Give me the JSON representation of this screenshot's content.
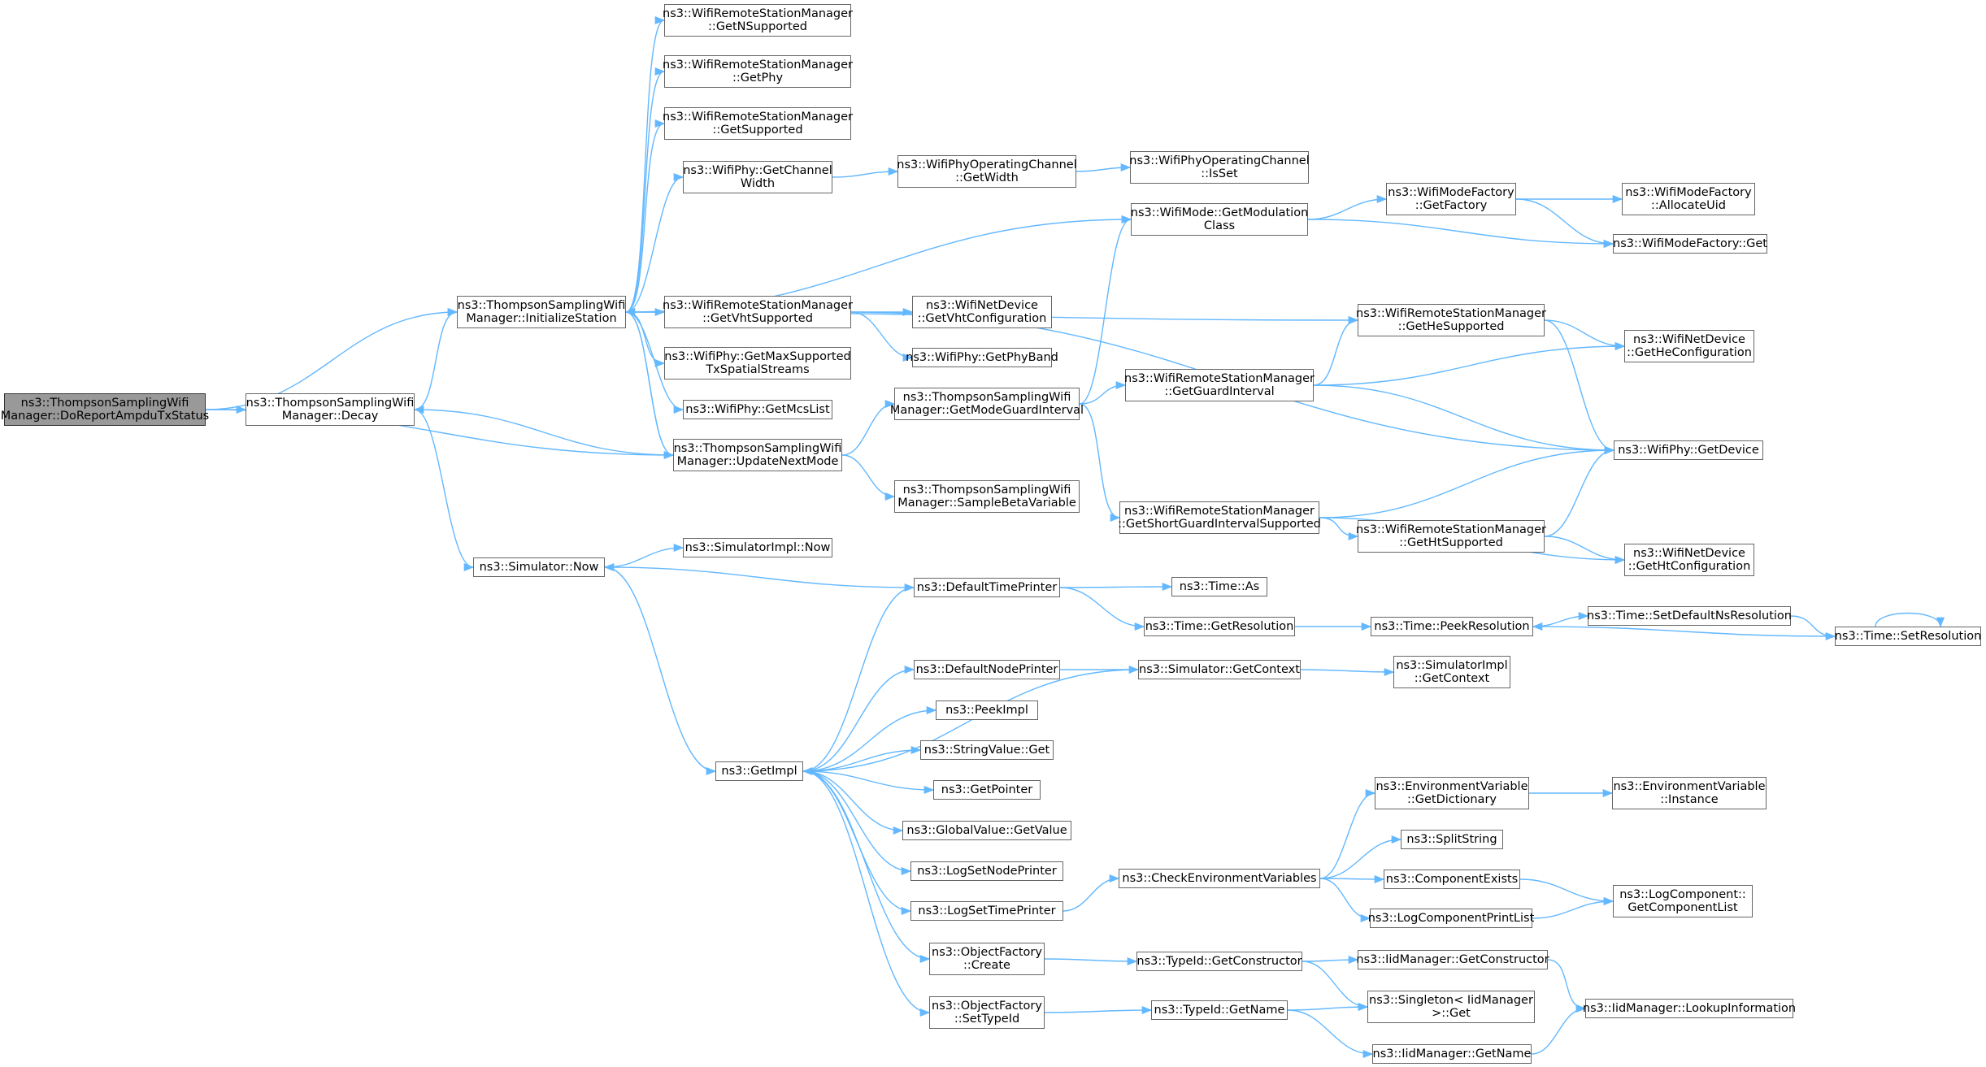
{
  "colors": {
    "edge": "#63b8ff",
    "node_border": "#666666",
    "root_fill": "#999999"
  },
  "nodes": [
    {
      "id": "root",
      "label": "ns3::ThompsonSamplingWifi\nManager::DoReportAmpduTxStatus"
    },
    {
      "id": "decay",
      "label": "ns3::ThompsonSamplingWifi\nManager::Decay"
    },
    {
      "id": "init",
      "label": "ns3::ThompsonSamplingWifi\nManager::InitializeStation"
    },
    {
      "id": "update",
      "label": "ns3::ThompsonSamplingWifi\nManager::UpdateNextMode"
    },
    {
      "id": "simnow",
      "label": "ns3::Simulator::Now"
    },
    {
      "id": "getimpl",
      "label": "ns3::GetImpl"
    },
    {
      "id": "getnsupp",
      "label": "ns3::WifiRemoteStationManager\n::GetNSupported"
    },
    {
      "id": "getphy",
      "label": "ns3::WifiRemoteStationManager\n::GetPhy"
    },
    {
      "id": "getsupp",
      "label": "ns3::WifiRemoteStationManager\n::GetSupported"
    },
    {
      "id": "chwidth",
      "label": "ns3::WifiPhy::GetChannel\nWidth"
    },
    {
      "id": "vhtsupp",
      "label": "ns3::WifiRemoteStationManager\n::GetVhtSupported"
    },
    {
      "id": "maxss",
      "label": "ns3::WifiPhy::GetMaxSupported\nTxSpatialStreams"
    },
    {
      "id": "mcslist",
      "label": "ns3::WifiPhy::GetMcsList"
    },
    {
      "id": "simimplnow",
      "label": "ns3::SimulatorImpl::Now"
    },
    {
      "id": "opwidth",
      "label": "ns3::WifiPhyOperatingChannel\n::GetWidth"
    },
    {
      "id": "vhtconf",
      "label": "ns3::WifiNetDevice\n::GetVhtConfiguration"
    },
    {
      "id": "phyband",
      "label": "ns3::WifiPhy::GetPhyBand"
    },
    {
      "id": "modegi",
      "label": "ns3::ThompsonSamplingWifi\nManager::GetModeGuardInterval"
    },
    {
      "id": "samplebeta",
      "label": "ns3::ThompsonSamplingWifi\nManager::SampleBetaVariable"
    },
    {
      "id": "deftp",
      "label": "ns3::DefaultTimePrinter"
    },
    {
      "id": "defnp",
      "label": "ns3::DefaultNodePrinter"
    },
    {
      "id": "peekimpl",
      "label": "ns3::PeekImpl"
    },
    {
      "id": "strget",
      "label": "ns3::StringValue::Get"
    },
    {
      "id": "getptr",
      "label": "ns3::GetPointer"
    },
    {
      "id": "gvgetval",
      "label": "ns3::GlobalValue::GetValue"
    },
    {
      "id": "lsnp",
      "label": "ns3::LogSetNodePrinter"
    },
    {
      "id": "lstp",
      "label": "ns3::LogSetTimePrinter"
    },
    {
      "id": "ofcreate",
      "label": "ns3::ObjectFactory\n::Create"
    },
    {
      "id": "ofsettid",
      "label": "ns3::ObjectFactory\n::SetTypeId"
    },
    {
      "id": "opisset",
      "label": "ns3::WifiPhyOperatingChannel\n::IsSet"
    },
    {
      "id": "modclass",
      "label": "ns3::WifiMode::GetModulation\nClass"
    },
    {
      "id": "guardint",
      "label": "ns3::WifiRemoteStationManager\n::GetGuardInterval"
    },
    {
      "id": "shortgi",
      "label": "ns3::WifiRemoteStationManager\n::GetShortGuardIntervalSupported"
    },
    {
      "id": "timeas",
      "label": "ns3::Time::As"
    },
    {
      "id": "timegetres",
      "label": "ns3::Time::GetResolution"
    },
    {
      "id": "simgetctx",
      "label": "ns3::Simulator::GetContext"
    },
    {
      "id": "checkenv",
      "label": "ns3::CheckEnvironmentVariables"
    },
    {
      "id": "tidgetctor",
      "label": "ns3::TypeId::GetConstructor"
    },
    {
      "id": "tidgetname",
      "label": "ns3::TypeId::GetName"
    },
    {
      "id": "mfgetfactory",
      "label": "ns3::WifiModeFactory\n::GetFactory"
    },
    {
      "id": "hesupp",
      "label": "ns3::WifiRemoteStationManager\n::GetHeSupported"
    },
    {
      "id": "htsupp",
      "label": "ns3::WifiRemoteStationManager\n::GetHtSupported"
    },
    {
      "id": "peekres",
      "label": "ns3::Time::PeekResolution"
    },
    {
      "id": "simimplctx",
      "label": "ns3::SimulatorImpl\n::GetContext"
    },
    {
      "id": "envdict",
      "label": "ns3::EnvironmentVariable\n::GetDictionary"
    },
    {
      "id": "splitstr",
      "label": "ns3::SplitString"
    },
    {
      "id": "compexists",
      "label": "ns3::ComponentExists"
    },
    {
      "id": "logcompprint",
      "label": "ns3::LogComponentPrintList"
    },
    {
      "id": "iidgetctor",
      "label": "ns3::IidManager::GetConstructor"
    },
    {
      "id": "singleton",
      "label": "ns3::Singleton< IidManager\n >::Get"
    },
    {
      "id": "iidgetname",
      "label": "ns3::IidManager::GetName"
    },
    {
      "id": "mfalloc",
      "label": "ns3::WifiModeFactory\n::AllocateUid"
    },
    {
      "id": "mfget",
      "label": "ns3::WifiModeFactory::Get"
    },
    {
      "id": "heconf",
      "label": "ns3::WifiNetDevice\n::GetHeConfiguration"
    },
    {
      "id": "phygetdev",
      "label": "ns3::WifiPhy::GetDevice"
    },
    {
      "id": "htconf",
      "label": "ns3::WifiNetDevice\n::GetHtConfiguration"
    },
    {
      "id": "setdefns",
      "label": "ns3::Time::SetDefaultNsResolution"
    },
    {
      "id": "setres",
      "label": "ns3::Time::SetResolution"
    },
    {
      "id": "envinst",
      "label": "ns3::EnvironmentVariable\n::Instance"
    },
    {
      "id": "logcomplist",
      "label": "ns3::LogComponent::\nGetComponentList"
    },
    {
      "id": "iidlookup",
      "label": "ns3::IidManager::LookupInformation"
    }
  ],
  "edges": [
    [
      "root",
      "decay"
    ],
    [
      "root",
      "init"
    ],
    [
      "root",
      "update"
    ],
    [
      "decay",
      "init"
    ],
    [
      "decay",
      "simnow"
    ],
    [
      "init",
      "getnsupp"
    ],
    [
      "init",
      "getphy"
    ],
    [
      "init",
      "getsupp"
    ],
    [
      "init",
      "chwidth"
    ],
    [
      "init",
      "vhtsupp"
    ],
    [
      "init",
      "maxss"
    ],
    [
      "init",
      "mcslist"
    ],
    [
      "init",
      "update"
    ],
    [
      "init",
      "modclass"
    ],
    [
      "init",
      "hesupp"
    ],
    [
      "update",
      "decay"
    ],
    [
      "update",
      "init"
    ],
    [
      "update",
      "modegi"
    ],
    [
      "update",
      "samplebeta"
    ],
    [
      "simnow",
      "simimplnow"
    ],
    [
      "simnow",
      "getimpl"
    ],
    [
      "getimpl",
      "deftp"
    ],
    [
      "getimpl",
      "defnp"
    ],
    [
      "getimpl",
      "peekimpl"
    ],
    [
      "getimpl",
      "strget"
    ],
    [
      "getimpl",
      "getptr"
    ],
    [
      "getimpl",
      "gvgetval"
    ],
    [
      "getimpl",
      "lsnp"
    ],
    [
      "getimpl",
      "lstp"
    ],
    [
      "getimpl",
      "ofcreate"
    ],
    [
      "getimpl",
      "ofsettid"
    ],
    [
      "chwidth",
      "opwidth"
    ],
    [
      "opwidth",
      "opisset"
    ],
    [
      "vhtsupp",
      "vhtconf"
    ],
    [
      "vhtsupp",
      "phyband"
    ],
    [
      "vhtsupp",
      "phygetdev"
    ],
    [
      "modegi",
      "modclass"
    ],
    [
      "modegi",
      "guardint"
    ],
    [
      "modegi",
      "shortgi"
    ],
    [
      "deftp",
      "simnow"
    ],
    [
      "deftp",
      "timeas"
    ],
    [
      "deftp",
      "timegetres"
    ],
    [
      "defnp",
      "simgetctx"
    ],
    [
      "simgetctx",
      "getimpl"
    ],
    [
      "simgetctx",
      "simimplctx"
    ],
    [
      "lstp",
      "checkenv"
    ],
    [
      "ofcreate",
      "tidgetctor"
    ],
    [
      "ofsettid",
      "tidgetname"
    ],
    [
      "modclass",
      "mfgetfactory"
    ],
    [
      "modclass",
      "mfget"
    ],
    [
      "guardint",
      "hesupp"
    ],
    [
      "guardint",
      "heconf"
    ],
    [
      "guardint",
      "phygetdev"
    ],
    [
      "shortgi",
      "phygetdev"
    ],
    [
      "shortgi",
      "htsupp"
    ],
    [
      "shortgi",
      "htconf"
    ],
    [
      "timegetres",
      "peekres"
    ],
    [
      "checkenv",
      "envdict"
    ],
    [
      "checkenv",
      "splitstr"
    ],
    [
      "checkenv",
      "compexists"
    ],
    [
      "checkenv",
      "logcompprint"
    ],
    [
      "tidgetctor",
      "iidgetctor"
    ],
    [
      "tidgetctor",
      "singleton"
    ],
    [
      "tidgetname",
      "singleton"
    ],
    [
      "tidgetname",
      "iidgetname"
    ],
    [
      "mfgetfactory",
      "mfalloc"
    ],
    [
      "mfgetfactory",
      "mfget"
    ],
    [
      "hesupp",
      "heconf"
    ],
    [
      "hesupp",
      "phygetdev"
    ],
    [
      "htsupp",
      "phygetdev"
    ],
    [
      "htsupp",
      "htconf"
    ],
    [
      "peekres",
      "setdefns"
    ],
    [
      "setdefns",
      "setres"
    ],
    [
      "setres",
      "peekres"
    ],
    [
      "setres",
      "setres"
    ],
    [
      "envdict",
      "envinst"
    ],
    [
      "compexists",
      "logcomplist"
    ],
    [
      "logcompprint",
      "logcomplist"
    ],
    [
      "iidgetctor",
      "iidlookup"
    ],
    [
      "iidgetname",
      "iidlookup"
    ]
  ]
}
